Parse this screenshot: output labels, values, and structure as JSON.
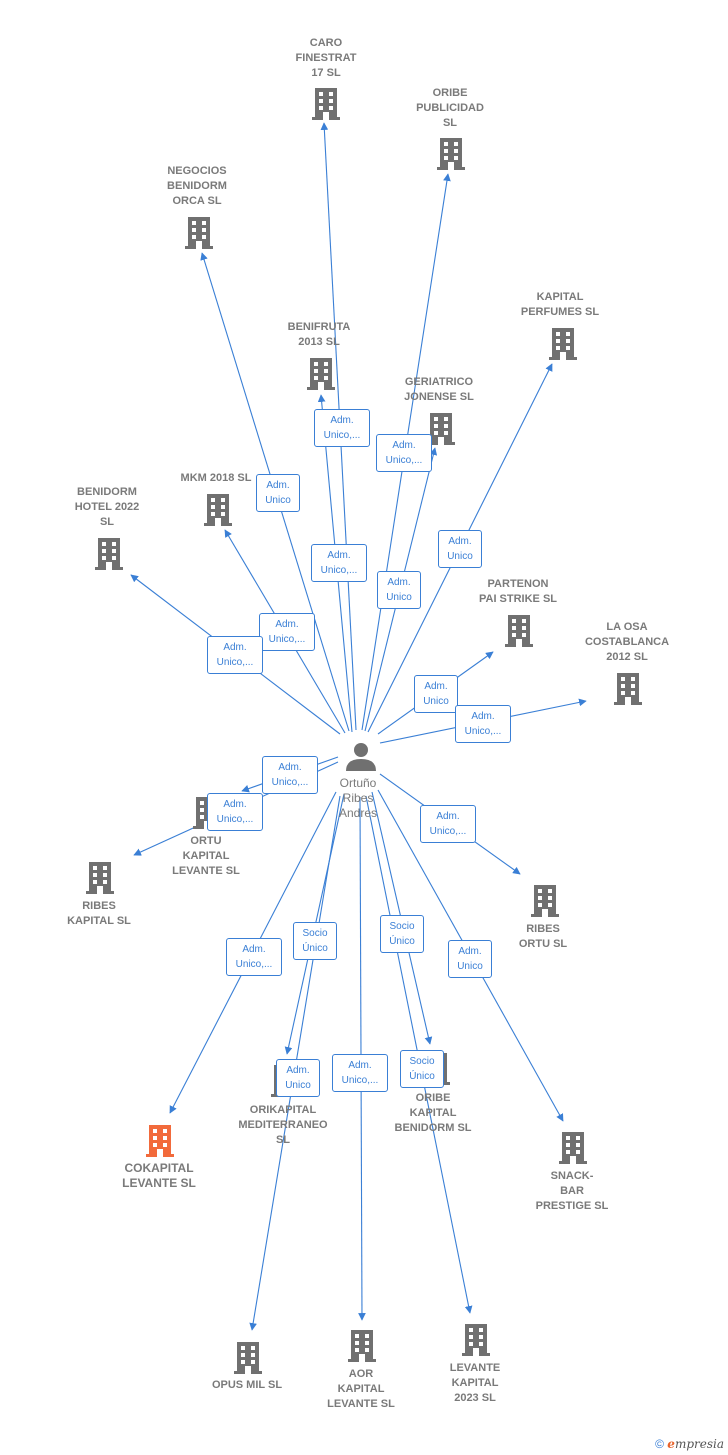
{
  "person": {
    "name": "Ortuño\nRibes\nAndres"
  },
  "colors": {
    "edge": "#3a7fd5",
    "building": "#707070",
    "highlight": "#f26a3b"
  },
  "companies": [
    {
      "id": "caro",
      "name": "CARO\nFINESTRAT\n17  SL"
    },
    {
      "id": "oribe_pub",
      "name": "ORIBE\nPUBLICIDAD\nSL"
    },
    {
      "id": "negocios",
      "name": "NEGOCIOS\nBENIDORM\nORCA SL"
    },
    {
      "id": "kapital_perf",
      "name": "KAPITAL\nPERFUMES SL"
    },
    {
      "id": "benifruta",
      "name": "BENIFRUTA\n2013  SL"
    },
    {
      "id": "geriatrico",
      "name": "GERIATRICO\nJONENSE SL"
    },
    {
      "id": "mkm",
      "name": "MKM 2018  SL"
    },
    {
      "id": "benidorm_hotel",
      "name": "BENIDORM\nHOTEL 2022\nSL"
    },
    {
      "id": "partenon",
      "name": "PARTENON\nPAI STRIKE  SL"
    },
    {
      "id": "la_osa",
      "name": "LA OSA\nCOSTABLANCA\n2012 SL"
    },
    {
      "id": "ortu_kapital",
      "name": "ORTU\nKAPITAL\nLEVANTE  SL"
    },
    {
      "id": "ribes_kapital",
      "name": "RIBES\nKAPITAL  SL"
    },
    {
      "id": "ribes_ortu",
      "name": "RIBES\nORTU  SL"
    },
    {
      "id": "orikapital",
      "name": "ORIKAPITAL\nMEDITERRANEO\nSL"
    },
    {
      "id": "oribe_kapital",
      "name": "ORIBE\nKAPITAL\nBENIDORM  SL"
    },
    {
      "id": "cokapital",
      "name": "COKAPITAL\nLEVANTE  SL"
    },
    {
      "id": "snack_bar",
      "name": "SNACK-\nBAR\nPRESTIGE SL"
    },
    {
      "id": "opus_mil",
      "name": "OPUS MIL SL"
    },
    {
      "id": "aor",
      "name": "AOR\nKAPITAL\nLEVANTE  SL"
    },
    {
      "id": "levante_kapital",
      "name": "LEVANTE\nKAPITAL\n2023  SL"
    }
  ],
  "edge_labels": [
    "Adm.\nUnico,...",
    "Adm.\nUnico,...",
    "Adm.\nUnico",
    "Adm.\nUnico,...",
    "Adm.\nUnico",
    "Adm.\nUnico",
    "Adm.\nUnico,...",
    "Adm.\nUnico,...",
    "Adm.\nUnico",
    "Adm.\nUnico,...",
    "Adm.\nUnico,...",
    "Adm.\nUnico,...",
    "Adm.\nUnico,...",
    "Adm.\nUnico,...",
    "Socio\nÚnico",
    "Socio\nÚnico",
    "Adm.\nUnico",
    "Adm.\nUnico",
    "Adm.\nUnico,...",
    "Socio\nÚnico"
  ],
  "footer": {
    "copyright": "©",
    "brand_initial": "e",
    "brand_rest": "mpresia"
  }
}
